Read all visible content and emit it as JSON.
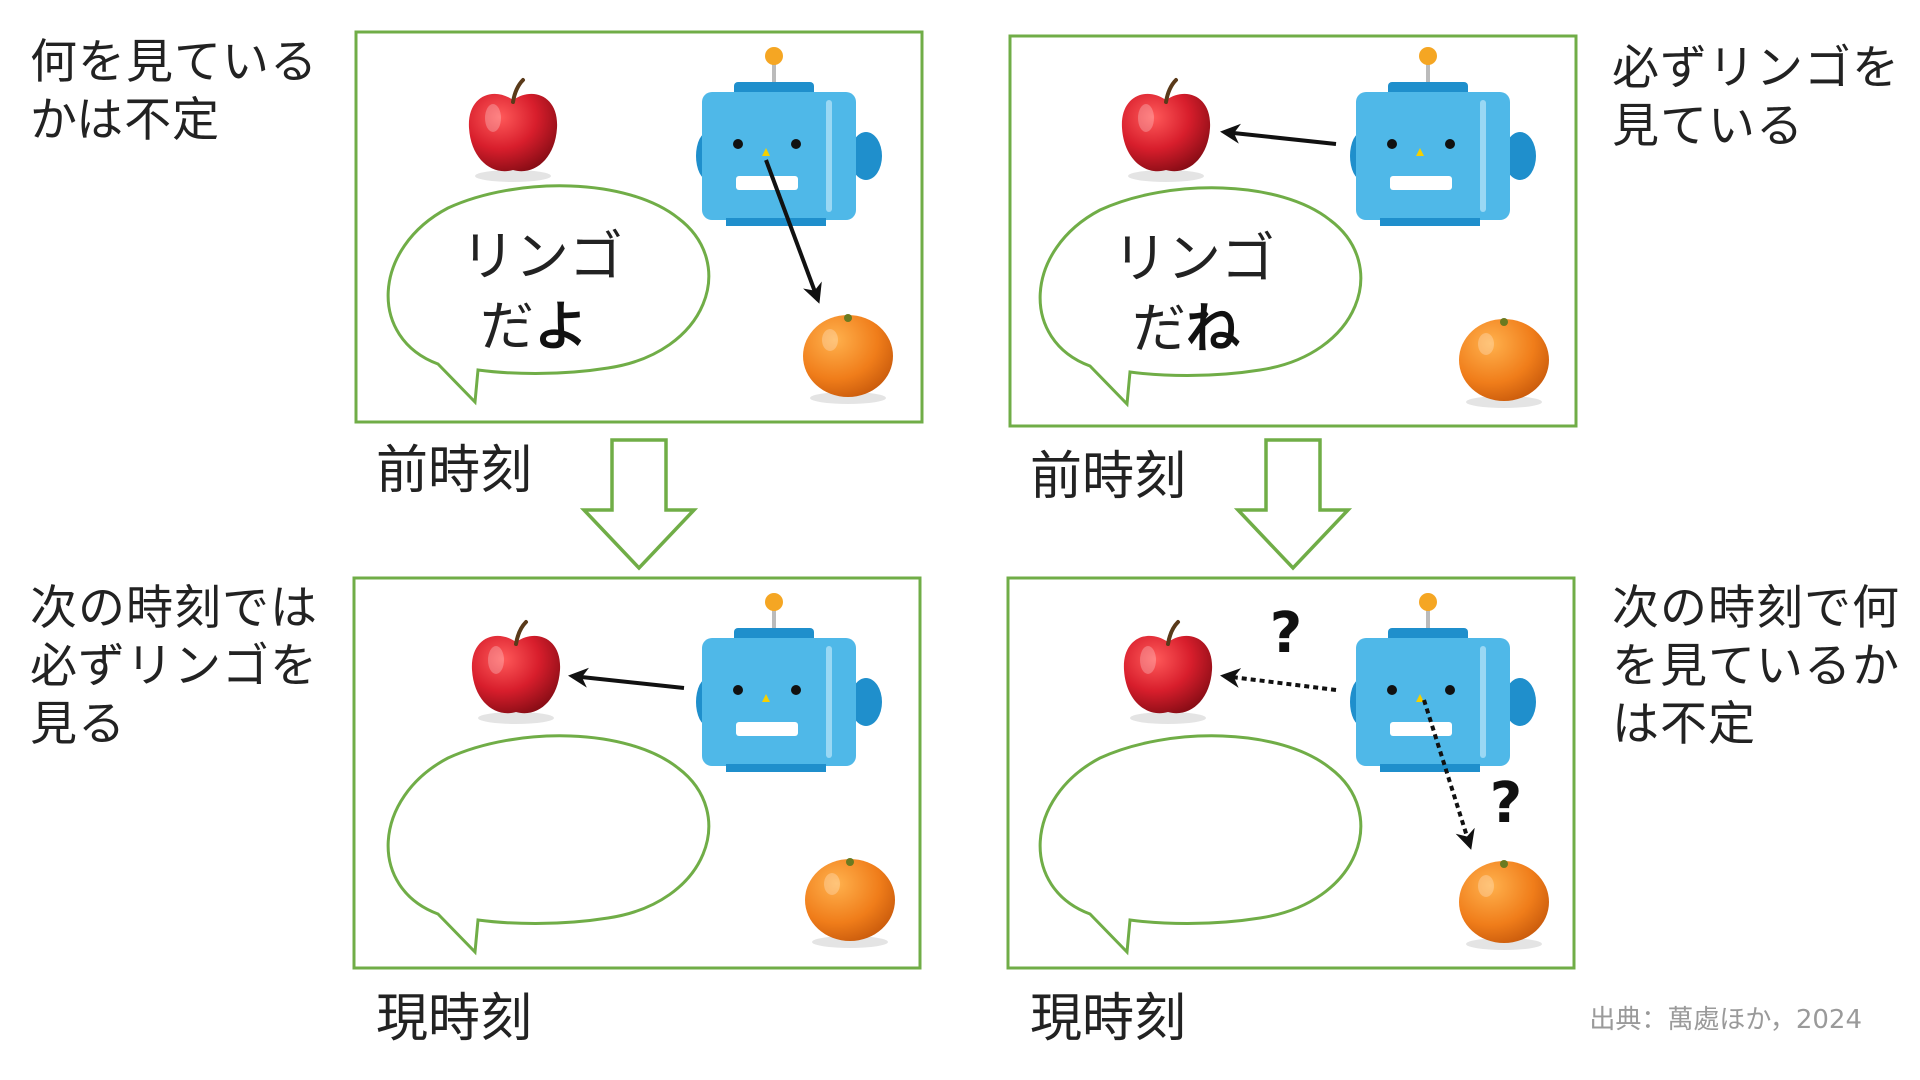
{
  "panels": {
    "top_left": {
      "bubble_line1": "リンゴ",
      "bubble_line2_plain": "だ",
      "bubble_line2_bold": "よ"
    },
    "top_right": {
      "bubble_line1": "リンゴ",
      "bubble_line2_plain": "だ",
      "bubble_line2_bold": "ね"
    },
    "bottom_right": {
      "question_mark_1": "?",
      "question_mark_2": "?"
    }
  },
  "side_labels": {
    "top_left": "何を見ている\nかは不定",
    "top_right": "必ずリンゴを\n見ている",
    "bottom_left": "次の時刻では\n必ずリンゴを\n見る",
    "bottom_right": "次の時刻で何\nを見ているか\nは不定"
  },
  "time_labels": {
    "previous": "前時刻",
    "current": "現時刻"
  },
  "source": "出典：萬處ほか，2024",
  "colors": {
    "panel_border": "#70ad47",
    "arrow_outline": "#70ad47",
    "robot_blue": "#4fb8e8",
    "robot_dark": "#1f8fcc",
    "apple_red": "#d81e2c",
    "orange": "#f07d1a"
  },
  "icons": [
    "robot-icon",
    "apple-icon",
    "orange-icon",
    "down-arrow-icon",
    "speech-bubble-icon"
  ]
}
